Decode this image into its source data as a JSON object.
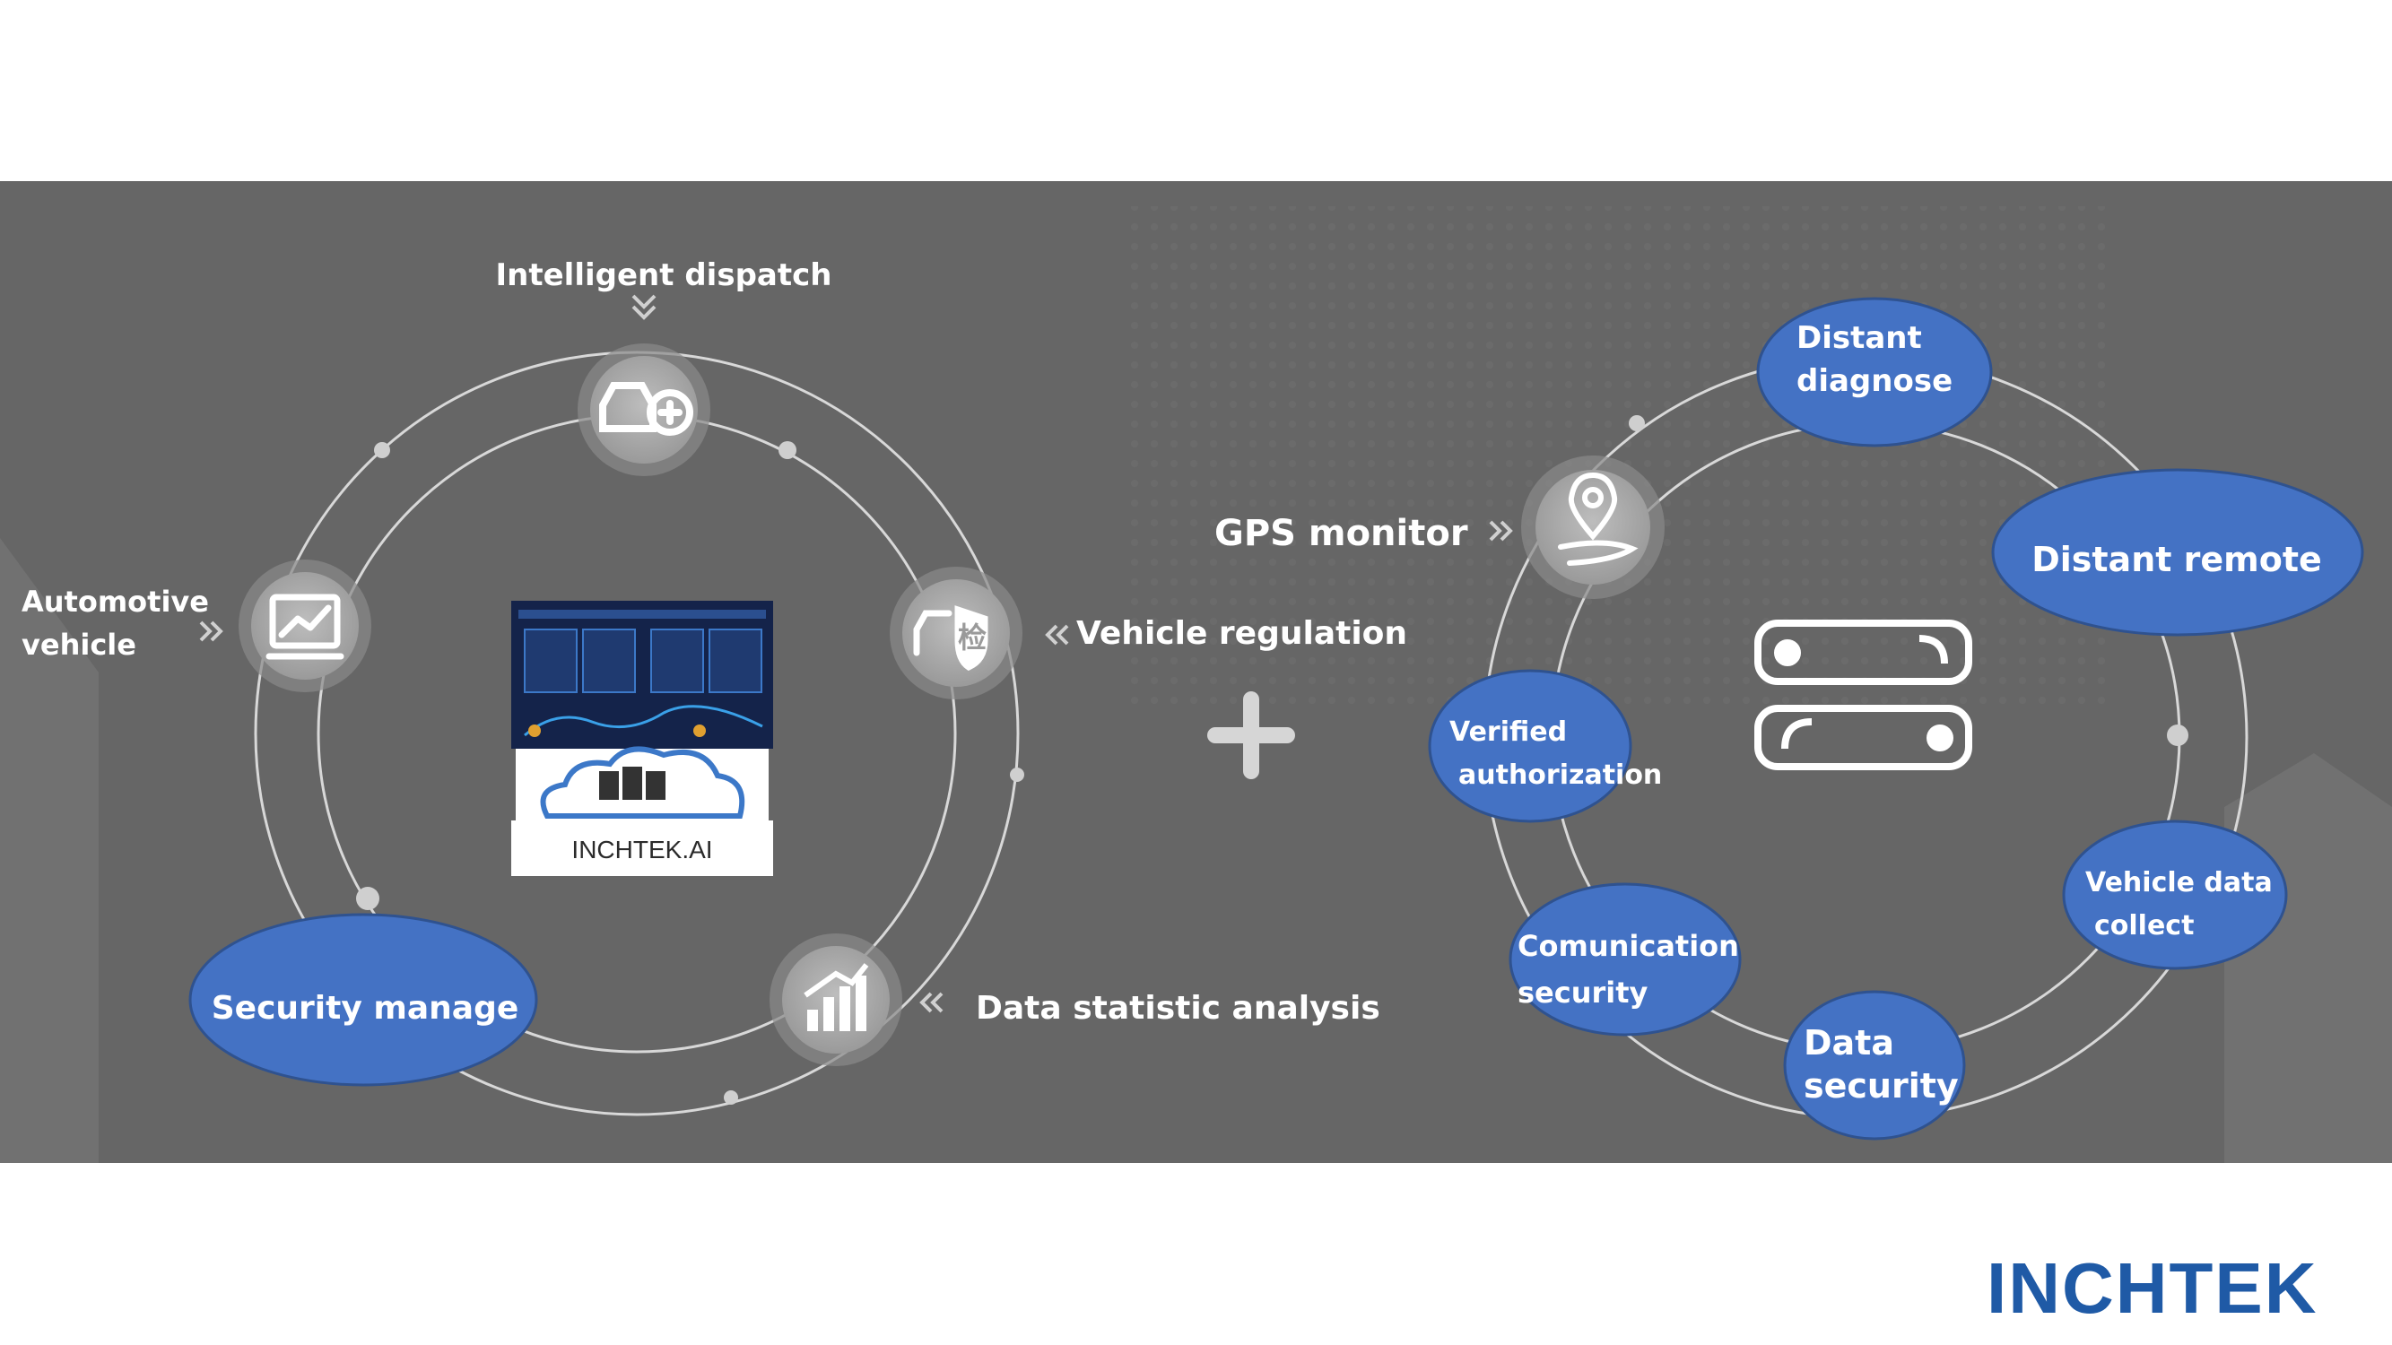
{
  "colors": {
    "panel": "#666666",
    "ellipse": "#4472c4",
    "ring": "#d8d8d8",
    "brand": "#1f5aa6"
  },
  "left_diagram": {
    "intelligent_dispatch": "Intelligent dispatch",
    "automotive_line1": "Automotive",
    "automotive_line2": "vehicle",
    "vehicle_regulation": "Vehicle regulation",
    "data_statistic_analysis": "Data statistic analysis",
    "security_manage": "Security manage",
    "center_label": "INCHTEK.AI",
    "check_glyph": "检"
  },
  "right_diagram": {
    "gps_monitor": "GPS monitor",
    "distant_diagnose_line1": "Distant",
    "distant_diagnose_line2": "diagnose",
    "distant_remote": "Distant remote",
    "verified_line1": "Verified",
    "verified_line2": "authorization",
    "vehicle_data_line1": "Vehicle data",
    "vehicle_data_line2": "collect",
    "comm_line1": "Comunication",
    "comm_line2": "security",
    "data_sec_line1": "Data",
    "data_sec_line2": "security"
  },
  "logo": {
    "text": "INCHTEK"
  }
}
